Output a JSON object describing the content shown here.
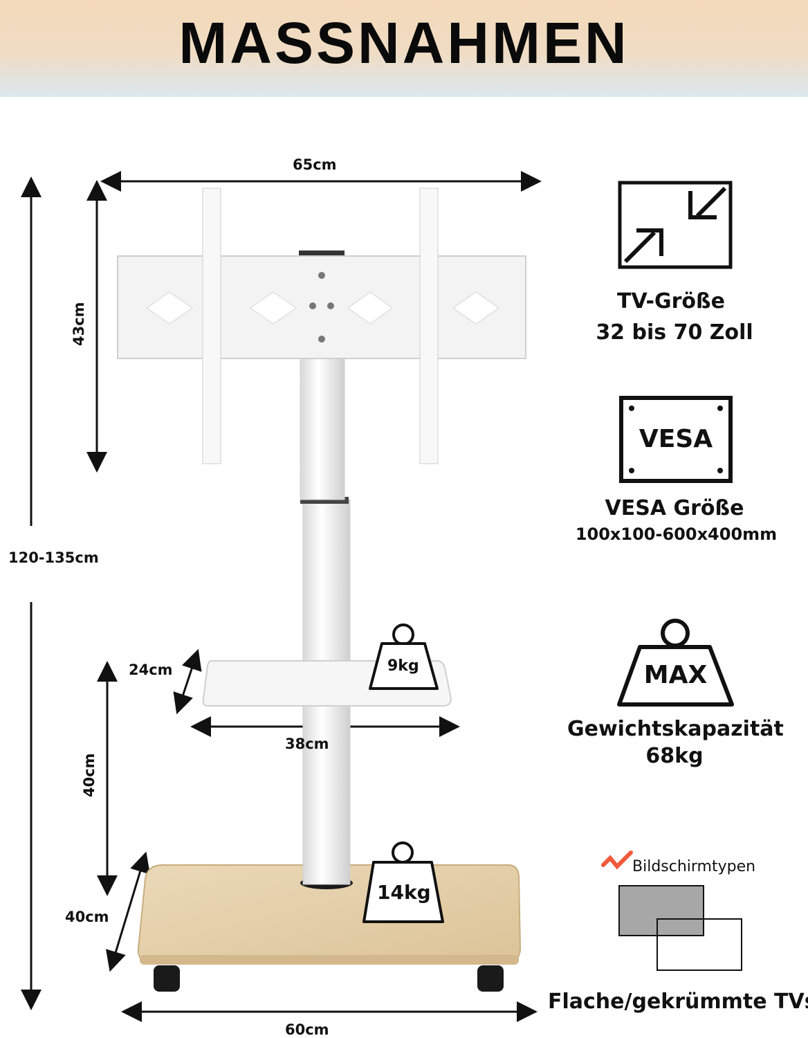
{
  "header": {
    "title": "MASSNAHMEN"
  },
  "dimensions": {
    "width_top": "65cm",
    "mount_height": "43cm",
    "total_height": "120-135cm",
    "shelf_depth": "24cm",
    "shelf_width": "38cm",
    "shelf_height": "40cm",
    "base_depth": "40cm",
    "base_width": "60cm"
  },
  "weights": {
    "shelf_load": "9kg",
    "base_load": "14kg"
  },
  "features": {
    "tv_size": {
      "icon": "resize-arrows-icon",
      "title": "TV-Größe",
      "value": "32 bis 70 Zoll"
    },
    "vesa": {
      "icon_text": "VESA",
      "title": "VESA Größe",
      "value": "100x100-600x400mm"
    },
    "capacity": {
      "icon_text": "MAX",
      "title": "Gewichtskapazität",
      "value": "68kg"
    },
    "screens": {
      "title": "Bildschirmtypen",
      "caption": "Flache/gekrümmte TVs"
    }
  },
  "colors": {
    "wood": "#e8d3ad",
    "stand": "#f4f4f4",
    "check": "#f05a3a"
  }
}
